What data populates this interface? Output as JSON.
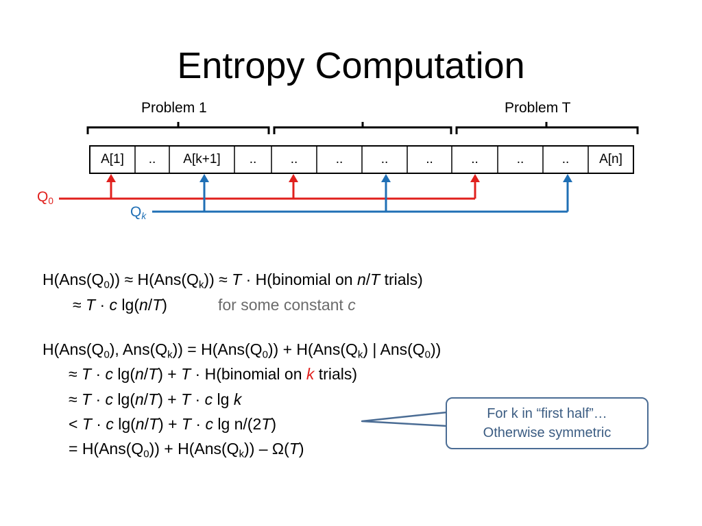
{
  "slide": {
    "title": "Entropy Computation"
  },
  "diagram": {
    "problem_labels": [
      "Problem 1",
      "Problem T"
    ],
    "cells": [
      "A[1]",
      "..",
      "A[k+1]",
      "..",
      "..",
      "..",
      "..",
      "..",
      "..",
      "..",
      "..",
      "A[n]"
    ],
    "q0": {
      "base": "Q",
      "sub": "0",
      "color": "#e0201d"
    },
    "qk": {
      "base": "Q",
      "sub": "k",
      "color": "#1f6fb5"
    }
  },
  "equations": {
    "eq1": {
      "p1": "H(Ans(Q",
      "s1": "0",
      "p2": ")) ≈ H(Ans(Q",
      "s2": "k",
      "p3": ")) ≈ ",
      "T": "T",
      "p4": " · H(binomial on ",
      "n": "n",
      "slash": "/",
      "T2": "T",
      "p5": " trials)"
    },
    "eq2": {
      "approx": "≈ ",
      "T": "T",
      "dot": " · ",
      "c": "c",
      "lg": " lg(",
      "n": "n",
      "slash": "/",
      "T2": "T",
      "close": ")",
      "note": "for some constant ",
      "note_c": "c"
    },
    "eq3": {
      "p1": "H(Ans(Q",
      "s1": "0",
      "p2": "), Ans(Q",
      "s2": "k",
      "p3": ")) = H(Ans(Q",
      "s3": "0",
      "p4": ")) + H(Ans(Q",
      "s4": "k",
      "p5": ") | Ans(Q",
      "s5": "0",
      "p6": "))"
    },
    "eq4": {
      "approx": "≈ ",
      "T": "T",
      "dot": " · ",
      "c": "c",
      "lg": " lg(",
      "n": "n",
      "slash": "/",
      "T2": "T",
      "plus": ") + ",
      "T3": "T",
      "rest": " · H(binomial on ",
      "k": "k",
      "end": " trials)"
    },
    "eq5": {
      "approx": "≈ ",
      "T": "T",
      "dot": " · ",
      "c": "c",
      "lg": " lg(",
      "n": "n",
      "slash": "/",
      "T2": "T",
      "plus": ") + ",
      "T3": "T",
      "dot2": " · ",
      "c2": "c",
      "lg2": " lg ",
      "k": "k"
    },
    "eq6": {
      "lt": "< ",
      "T": "T",
      "dot": " · ",
      "c": "c",
      "lg": " lg(",
      "n": "n",
      "slash": "/",
      "T2": "T",
      "plus": ") + ",
      "T3": "T",
      "dot2": " · ",
      "c2": "c",
      "lg2": " lg n/(2",
      "T4": "T",
      "end": ")"
    },
    "eq7": {
      "eq": "= H(Ans(Q",
      "s1": "0",
      "p2": ")) + H(Ans(Q",
      "s2": "k",
      "p3": ")) – Ω(",
      "T": "T",
      "end": ")"
    }
  },
  "callout": {
    "line1": "For k in “first half”…",
    "line2": "Otherwise symmetric"
  },
  "colors": {
    "red": "#e0201d",
    "blue": "#1f6fb5",
    "gray": "#6b6b6b",
    "callout_border": "#4a6c94"
  }
}
